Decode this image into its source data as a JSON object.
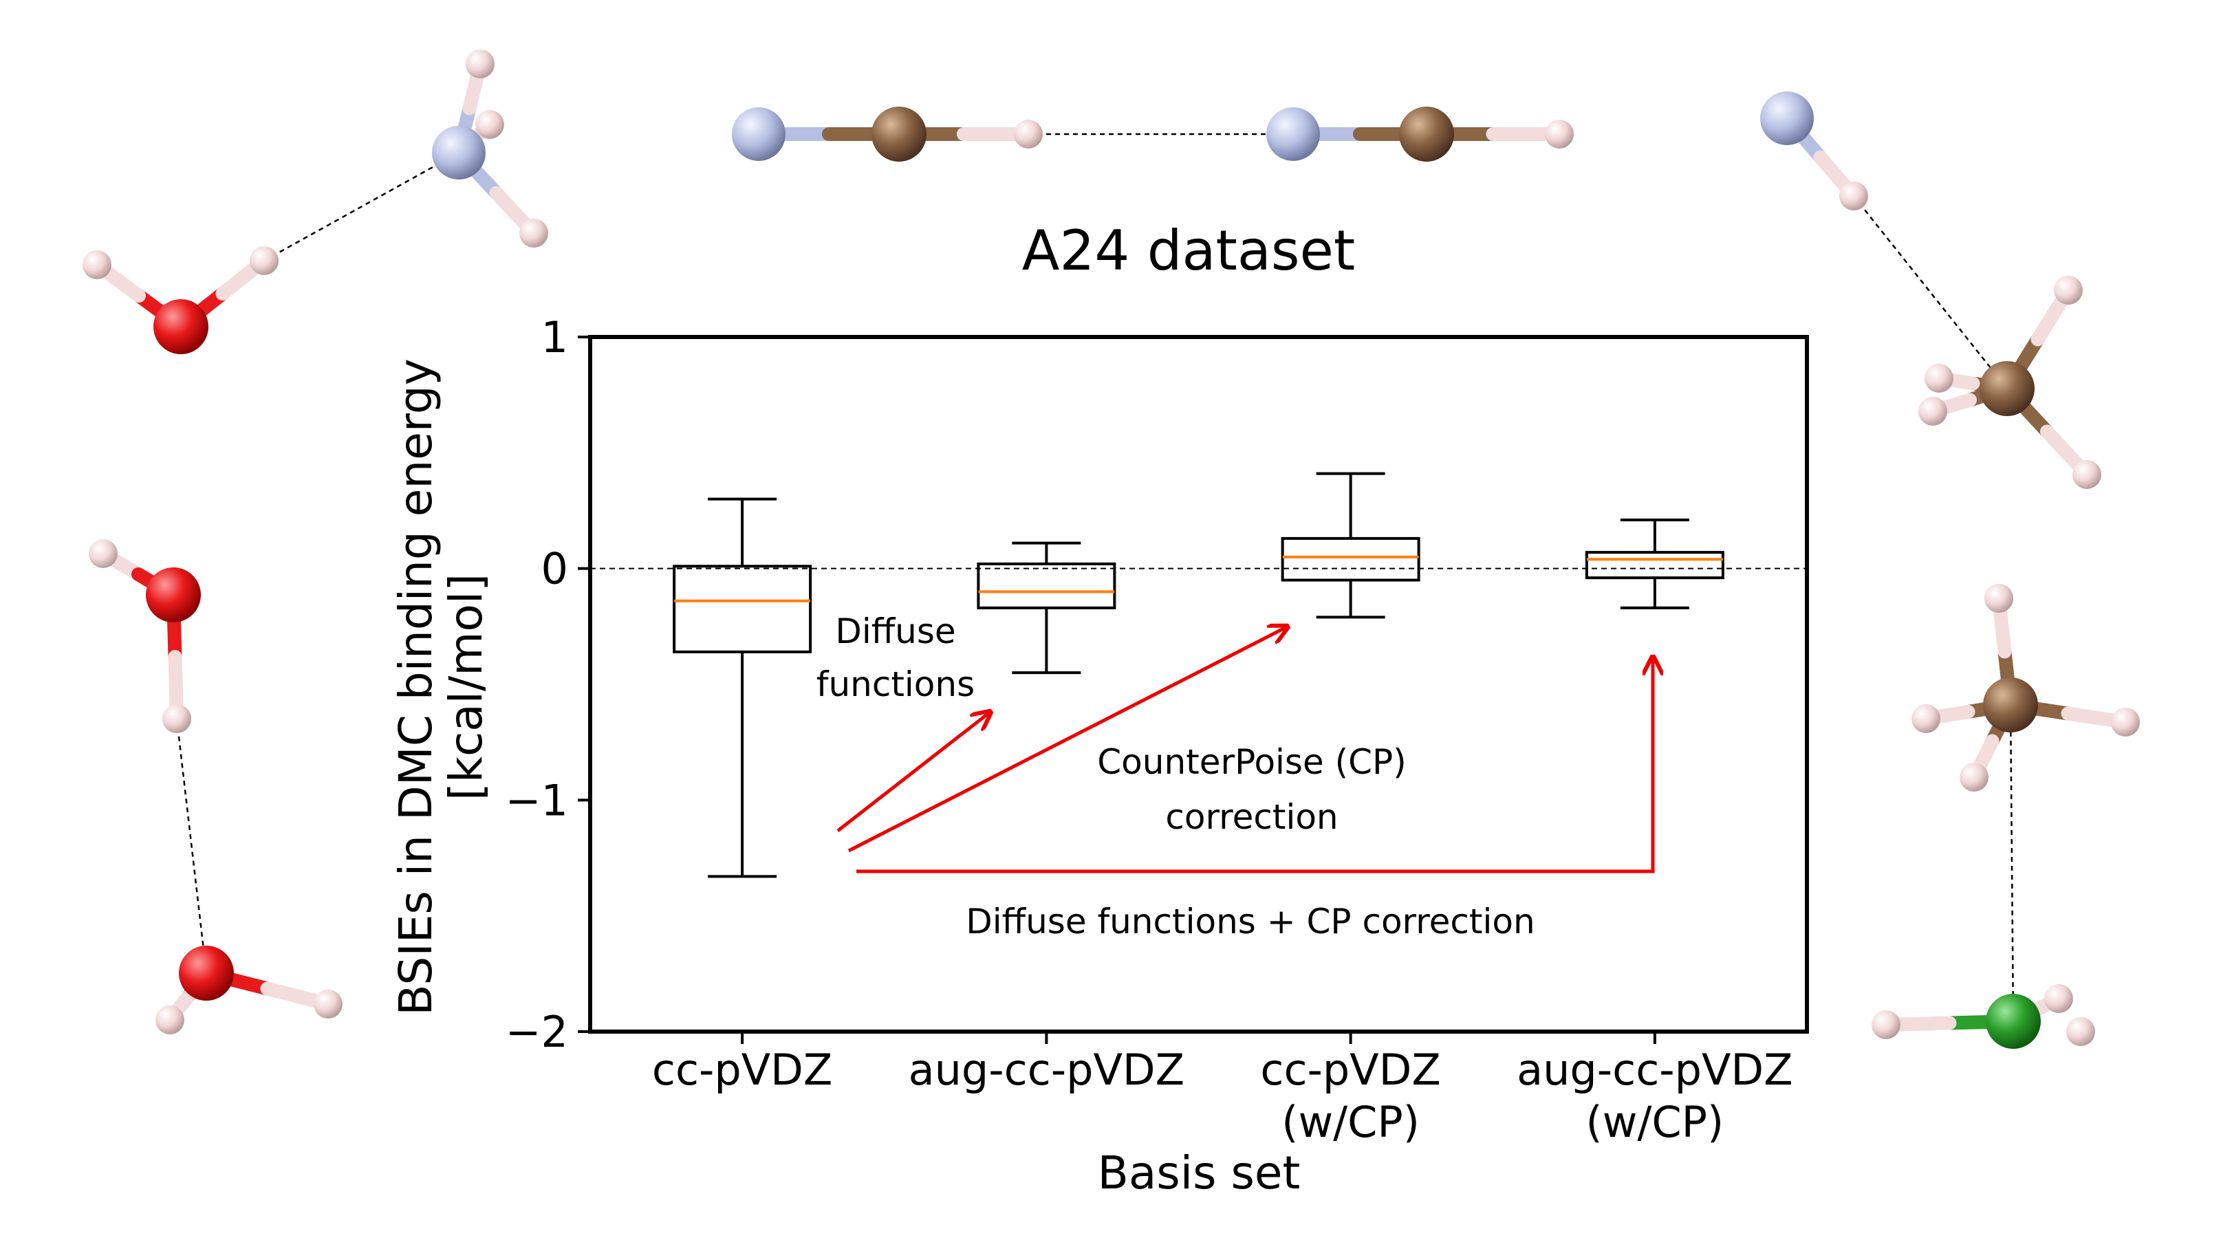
{
  "title": "A24 dataset",
  "chart_data": {
    "type": "box",
    "xlabel": "Basis set",
    "ylabel_lines": [
      "BSIEs in DMC binding energy",
      "[kcal/mol]"
    ],
    "ylim": [
      -2,
      1
    ],
    "yticks": [
      {
        "value": 1,
        "label": "1"
      },
      {
        "value": 0,
        "label": "0"
      },
      {
        "value": -1,
        "label": "−1"
      },
      {
        "value": -2,
        "label": "−2"
      }
    ],
    "reference_line": 0,
    "categories": [
      {
        "lines": [
          "cc-pVDZ"
        ]
      },
      {
        "lines": [
          "aug-cc-pVDZ"
        ]
      },
      {
        "lines": [
          "cc-pVDZ",
          "(w/CP)"
        ]
      },
      {
        "lines": [
          "aug-cc-pVDZ",
          "(w/CP)"
        ]
      }
    ],
    "boxes": [
      {
        "whisker_low": -1.33,
        "q1": -0.36,
        "median": -0.14,
        "q3": 0.01,
        "whisker_high": 0.3
      },
      {
        "whisker_low": -0.45,
        "q1": -0.17,
        "median": -0.1,
        "q3": 0.02,
        "whisker_high": 0.11
      },
      {
        "whisker_low": -0.21,
        "q1": -0.05,
        "median": 0.05,
        "q3": 0.13,
        "whisker_high": 0.41
      },
      {
        "whisker_low": -0.17,
        "q1": -0.04,
        "median": 0.04,
        "q3": 0.07,
        "whisker_high": 0.21
      }
    ],
    "colors": {
      "box": "#000000",
      "median": "#ff7f0e",
      "arrow": "#ee0000"
    },
    "annotations": {
      "diffuse": [
        "Diffuse",
        "functions"
      ],
      "cp": [
        "CounterPoise (CP)",
        "correction"
      ],
      "both": [
        "Diffuse functions + CP correction"
      ]
    }
  },
  "molecules": [
    {
      "name": "water-ammonia"
    },
    {
      "name": "hcn-dimer"
    },
    {
      "name": "ammonia-methane"
    },
    {
      "name": "water-dimer"
    },
    {
      "name": "methane-hcl"
    }
  ],
  "atom_colors": {
    "hydrogen": "#f3dcdc",
    "oxygen": "#e8191b",
    "nitrogen": "#b4bfe2",
    "carbon": "#8c6545",
    "chlorine": "#2ca02c"
  }
}
